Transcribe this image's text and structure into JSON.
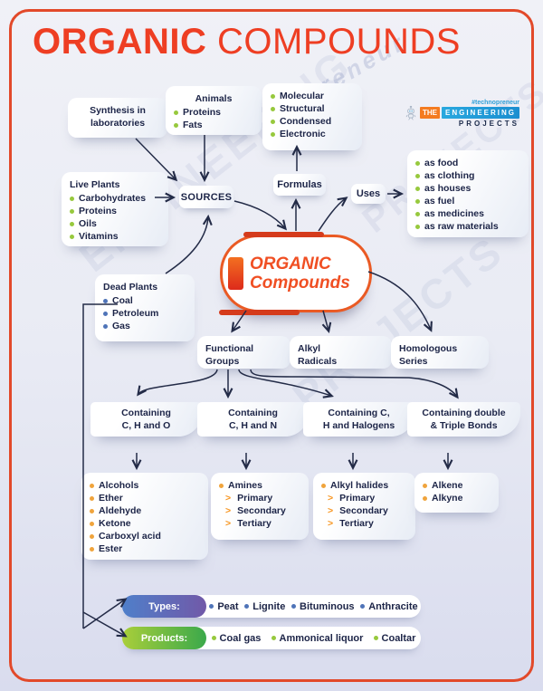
{
  "title": {
    "word_bold": "ORGANIC",
    "word_light": "COMPOUNDS"
  },
  "brand": {
    "tagline": "#technopreneur",
    "word1": "THE",
    "word2": "ENGINEERING",
    "word3": "PROJECTS"
  },
  "watermark": {
    "text1": "ENGINEERING",
    "text2": "PROJECTS",
    "text3": "preneur"
  },
  "labels": {
    "sources": "SOURCES",
    "formulas": "Formulas",
    "uses": "Uses"
  },
  "central": {
    "line1": "ORGANIC",
    "line2": "Compounds"
  },
  "boxes": {
    "synthesis": {
      "line1": "Synthesis in",
      "line2": "laboratories"
    },
    "animals": {
      "title": "Animals",
      "items": [
        "Proteins",
        "Fats"
      ]
    },
    "formula_kinds": {
      "items": [
        "Molecular",
        "Structural",
        "Condensed",
        "Electronic"
      ]
    },
    "live_plants": {
      "title": "Live Plants",
      "items": [
        "Carbohydrates",
        "Proteins",
        "Oils",
        "Vitamins"
      ]
    },
    "dead_plants": {
      "title": "Dead Plants",
      "items": [
        "Coal",
        "Petroleum",
        "Gas"
      ]
    },
    "uses_list": {
      "items": [
        "as food",
        "as clothing",
        "as houses",
        "as fuel",
        "as medicines",
        "as raw materials"
      ]
    }
  },
  "branches": {
    "functional": {
      "line1": "Functional",
      "line2": "Groups"
    },
    "alkyl": {
      "line1": "Alkyl",
      "line2": "Radicals"
    },
    "homologous": {
      "line1": "Homologous",
      "line2": "Series"
    }
  },
  "containing": {
    "c1": {
      "line1": "Containing",
      "line2": "C, H and O"
    },
    "c2": {
      "line1": "Containing",
      "line2": "C, H and N"
    },
    "c3": {
      "line1": "Containing C,",
      "line2": "H and Halogens"
    },
    "c4": {
      "line1": "Containing double",
      "line2": "& Triple Bonds"
    }
  },
  "lists": {
    "oxygen": {
      "items": [
        "Alcohols",
        "Ether",
        "Aldehyde",
        "Ketone",
        "Carboxyl acid",
        "Ester"
      ]
    },
    "nitrogen": {
      "head": "Amines",
      "subs": [
        "Primary",
        "Secondary",
        "Tertiary"
      ]
    },
    "halogens": {
      "head": "Alkyl halides",
      "subs": [
        "Primary",
        "Secondary",
        "Tertiary"
      ]
    },
    "bonds": {
      "items": [
        "Alkene",
        "Alkyne"
      ]
    }
  },
  "bottom": {
    "types": {
      "label": "Types:",
      "items": [
        "Peat",
        "Lignite",
        "Bituminous",
        "Anthracite"
      ]
    },
    "products": {
      "label": "Products:",
      "items": [
        "Coal gas",
        "Ammonical liquor",
        "Coaltar"
      ]
    }
  },
  "colors": {
    "frame": "#e2492a",
    "title": "#ee3e23",
    "text": "#1c2447",
    "arrow": "#232b47",
    "bullet_green": "#97c93d",
    "bullet_blue": "#4f74b8",
    "bullet_amber": "#f0a43c",
    "chevron": "#f7941d",
    "central_orange": "#f04f23",
    "types_gradient": [
      "#4f7fca",
      "#7159a8"
    ],
    "products_gradient": [
      "#a9ce3a",
      "#3ba94b"
    ]
  }
}
